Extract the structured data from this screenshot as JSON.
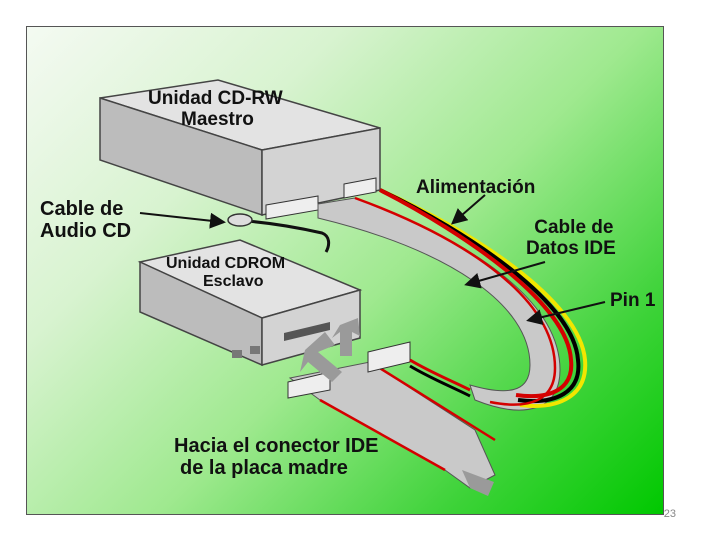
{
  "labels": {
    "master_drive": [
      "Unidad CD-RW",
      "Maestro"
    ],
    "audio_cable": [
      "Cable de",
      "Audio CD"
    ],
    "slave_drive": [
      "Unidad CDROM",
      "Esclavo"
    ],
    "power": "Alimentación",
    "ide_data_cable": [
      "Cable de",
      "Datos IDE"
    ],
    "pin1": "Pin 1",
    "motherboard_connector": [
      "Hacia el conector IDE",
      "de la placa madre"
    ]
  },
  "page_number": "23",
  "colors": {
    "background_start": "#f4faf2",
    "background_end": "#00c800",
    "drive_body": "#cfcfcf",
    "ribbon": "#c9c9c9",
    "wire_red": "#d40000",
    "wire_black": "#000000",
    "wire_yellow": "#f2e600"
  }
}
